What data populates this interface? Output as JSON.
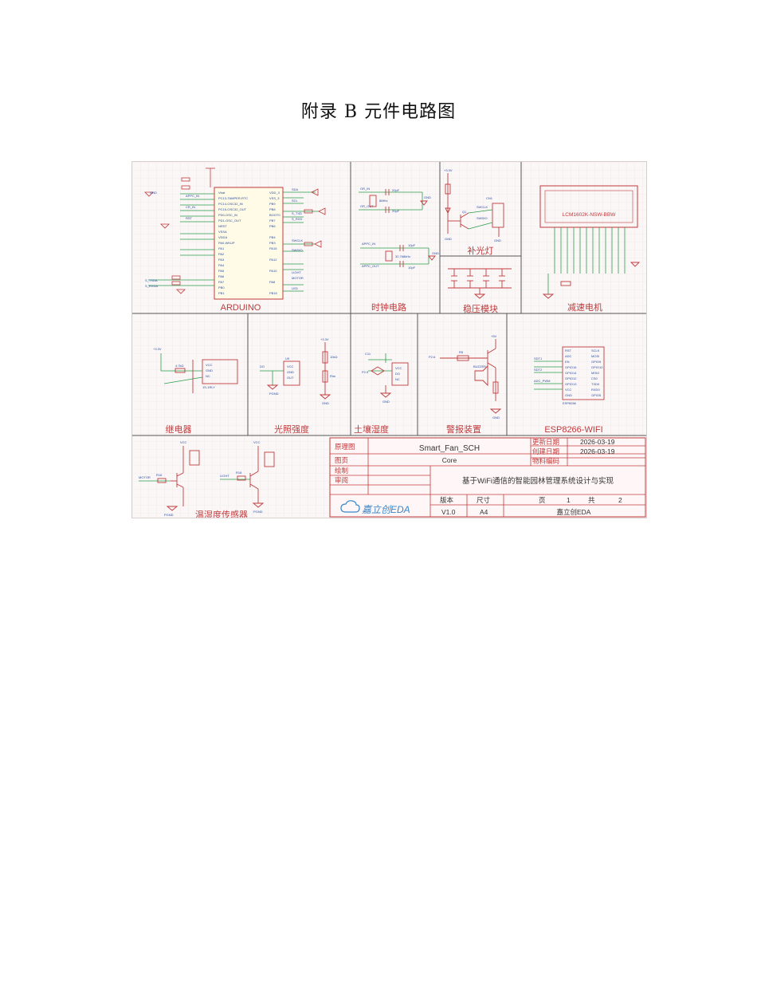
{
  "page": {
    "title": "附录 B   元件电路图"
  },
  "sections": {
    "arduino": "ARDUINO",
    "clock": "时钟电路",
    "fill_light": "补光灯",
    "regulator": "稳压模块",
    "motor": "减速电机",
    "relay": "继电器",
    "light_intensity": "光照强度",
    "soil_moisture": "土壤湿度",
    "alarm": "警报装置",
    "wifi": "ESP8266-WIFI",
    "temp_humidity": "温湿度传感器"
  },
  "components": {
    "lcd_label": "LCM1602K-NSW-BBW"
  },
  "title_block": {
    "schematic_label": "原理图",
    "schematic_value": "Smart_Fan_SCH",
    "update_date_label": "更新日期",
    "update_date_value": "2026-03-19",
    "create_date_label": "创建日期",
    "create_date_value": "2026-03-19",
    "sheet_label": "图页",
    "sheet_value": "Core",
    "material_label": "物料编码",
    "draw_label": "绘制",
    "review_label": "审阅",
    "project_title": "基于WiFi通信的智能园林管理系统设计与实现",
    "version_label": "版本",
    "version_value": "V1.0",
    "size_label": "尺寸",
    "size_value": "A4",
    "page_label": "页",
    "page_value": "1",
    "total_label": "共",
    "total_value": "2",
    "logo_text": "嘉立创EDA",
    "company": "嘉立创EDA"
  }
}
